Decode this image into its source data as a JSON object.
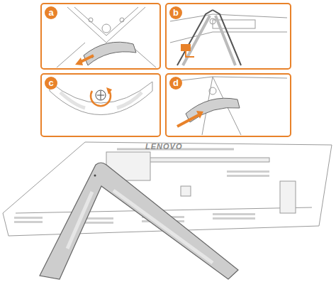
{
  "diagram": {
    "nodes": [
      {
        "text": [
          "a"
        ]
      },
      {
        "text": [
          "b"
        ]
      },
      {
        "text": [
          "c"
        ]
      },
      {
        "text": [
          "d"
        ]
      }
    ],
    "labels": [
      "LENOVO"
    ]
  }
}
